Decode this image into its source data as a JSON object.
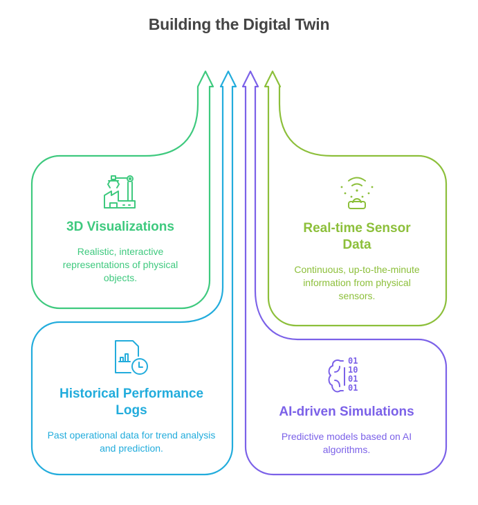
{
  "title": "Building the Digital Twin",
  "colors": {
    "green": "#3ec97e",
    "blue": "#22acdc",
    "purple": "#7b61e8",
    "lime": "#8cbf3a",
    "title": "#444444"
  },
  "cards": [
    {
      "id": "3d-visualizations",
      "title": "3D Visualizations",
      "description": "Realistic, interactive representations of physical objects.",
      "icon": "factory-robot-arm-icon",
      "color_key": "green"
    },
    {
      "id": "real-time-sensor-data",
      "title": "Real-time Sensor Data",
      "description": "Continuous, up-to-the-minute information from physical sensors.",
      "icon": "wireless-sensor-icon",
      "color_key": "lime"
    },
    {
      "id": "historical-performance-logs",
      "title": "Historical Performance Logs",
      "description": "Past operational data for trend analysis and prediction.",
      "icon": "document-chart-clock-icon",
      "color_key": "blue"
    },
    {
      "id": "ai-driven-simulations",
      "title": "AI-driven Simulations",
      "description": "Predictive models based on AI algorithms.",
      "icon": "brain-binary-icon",
      "color_key": "purple"
    }
  ],
  "binary_digits": [
    "01",
    "10",
    "01",
    "01"
  ]
}
